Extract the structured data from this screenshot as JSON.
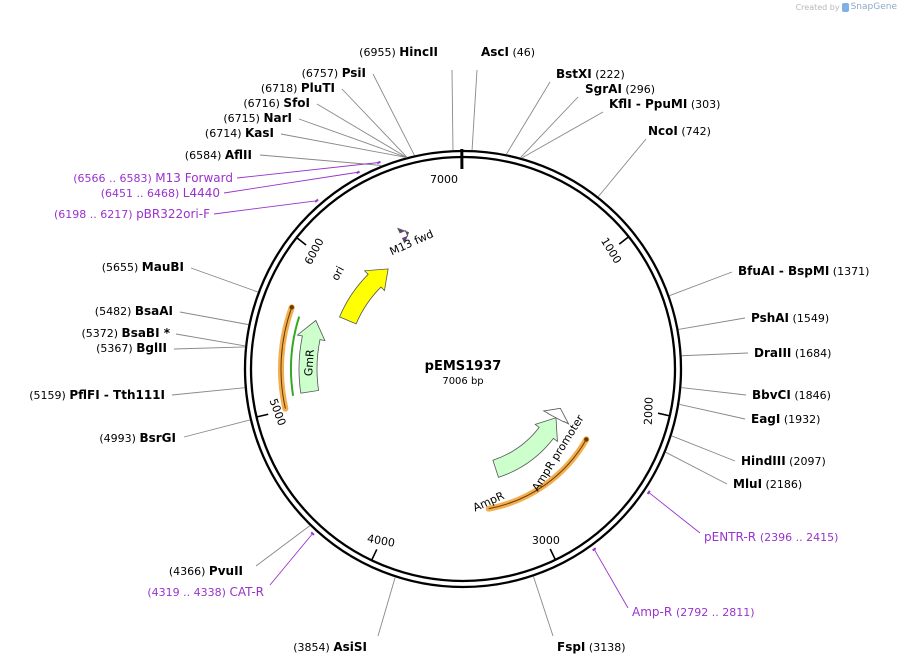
{
  "credit": {
    "prefix": "Created by",
    "brand": "SnapGene"
  },
  "plasmid": {
    "name": "pEMS1937",
    "length_label": "7006 bp",
    "length": 7006
  },
  "ticks": [
    {
      "label": "1000",
      "pos": 1000
    },
    {
      "label": "2000",
      "pos": 2000
    },
    {
      "label": "3000",
      "pos": 3000
    },
    {
      "label": "4000",
      "pos": 4000
    },
    {
      "label": "5000",
      "pos": 5000
    },
    {
      "label": "6000",
      "pos": 6000
    },
    {
      "label": "7000",
      "pos": 7000
    }
  ],
  "enzymes": [
    {
      "name": "HincII",
      "pos": 6955,
      "pos_label": "(6955)"
    },
    {
      "name": "AscI",
      "pos": 46,
      "pos_label": "(46)"
    },
    {
      "name": "BstXI",
      "pos": 222,
      "pos_label": "(222)"
    },
    {
      "name": "SgrAI",
      "pos": 296,
      "pos_label": "(296)"
    },
    {
      "name": "KflI  -  PpuMI",
      "pos": 303,
      "pos_label": "(303)"
    },
    {
      "name": "NcoI",
      "pos": 742,
      "pos_label": "(742)"
    },
    {
      "name": "BfuAI  -  BspMI",
      "pos": 1371,
      "pos_label": "(1371)"
    },
    {
      "name": "PshAI",
      "pos": 1549,
      "pos_label": "(1549)"
    },
    {
      "name": "DraIII",
      "pos": 1684,
      "pos_label": "(1684)"
    },
    {
      "name": "BbvCI",
      "pos": 1846,
      "pos_label": "(1846)"
    },
    {
      "name": "EagI",
      "pos": 1932,
      "pos_label": "(1932)"
    },
    {
      "name": "HindIII",
      "pos": 2097,
      "pos_label": "(2097)"
    },
    {
      "name": "MluI",
      "pos": 2186,
      "pos_label": "(2186)"
    },
    {
      "name": "FspI",
      "pos": 3138,
      "pos_label": "(3138)"
    },
    {
      "name": "AsiSI",
      "pos": 3854,
      "pos_label": "(3854)"
    },
    {
      "name": "PvuII",
      "pos": 4366,
      "pos_label": "(4366)"
    },
    {
      "name": "BsrGI",
      "pos": 4993,
      "pos_label": "(4993)"
    },
    {
      "name": "PflFI  -  Tth111I",
      "pos": 5159,
      "pos_label": "(5159)"
    },
    {
      "name": "BglII",
      "pos": 5367,
      "pos_label": "(5367)"
    },
    {
      "name": "BsaBI *",
      "pos": 5372,
      "pos_label": "(5372)"
    },
    {
      "name": "BsaAI",
      "pos": 5482,
      "pos_label": "(5482)"
    },
    {
      "name": "MauBI",
      "pos": 5655,
      "pos_label": "(5655)"
    },
    {
      "name": "AflII",
      "pos": 6584,
      "pos_label": "(6584)"
    },
    {
      "name": "KasI",
      "pos": 6714,
      "pos_label": "(6714)"
    },
    {
      "name": "NarI",
      "pos": 6715,
      "pos_label": "(6715)"
    },
    {
      "name": "SfoI",
      "pos": 6716,
      "pos_label": "(6716)"
    },
    {
      "name": "PluTI",
      "pos": 6718,
      "pos_label": "(6718)"
    },
    {
      "name": "PsiI",
      "pos": 6757,
      "pos_label": "(6757)"
    }
  ],
  "primers": [
    {
      "name": "M13 Forward",
      "range": "(6566 .. 6583)",
      "start": 6566,
      "end": 6583
    },
    {
      "name": "L4440",
      "range": "(6451 .. 6468)",
      "start": 6451,
      "end": 6468
    },
    {
      "name": "pBR322ori-F",
      "range": "(6198 .. 6217)",
      "start": 6198,
      "end": 6217
    },
    {
      "name": "pENTR-R",
      "range": "(2396 .. 2415)",
      "start": 2396,
      "end": 2415
    },
    {
      "name": "Amp-R",
      "range": "(2792 .. 2811)",
      "start": 2792,
      "end": 2811
    },
    {
      "name": "CAT-R",
      "range": "(4319 .. 4338)",
      "start": 4319,
      "end": 4338
    }
  ],
  "features": [
    {
      "name": "ori",
      "start": 5700,
      "end": 6290,
      "direction": "cw",
      "color": "#ffff00"
    },
    {
      "name": "M13 fwd",
      "start": 6566,
      "end": 6583,
      "direction": "cw",
      "color": "#7b2a9e"
    },
    {
      "name": "GmR",
      "start": 5090,
      "end": 5610,
      "direction": "cw",
      "color": "#ccffcc"
    },
    {
      "name": "AmpR",
      "start": 2290,
      "end": 3150,
      "direction": "ccw",
      "color": "#ccffcc"
    },
    {
      "name": "AmpR promoter",
      "start": 2180,
      "end": 2290,
      "direction": "ccw",
      "color": "#ffffff"
    }
  ],
  "colors": {
    "backbone": "#000000",
    "primer": "#9933cc",
    "orf": "#f0a030",
    "orf_inner_gmr": "#33aa22"
  }
}
